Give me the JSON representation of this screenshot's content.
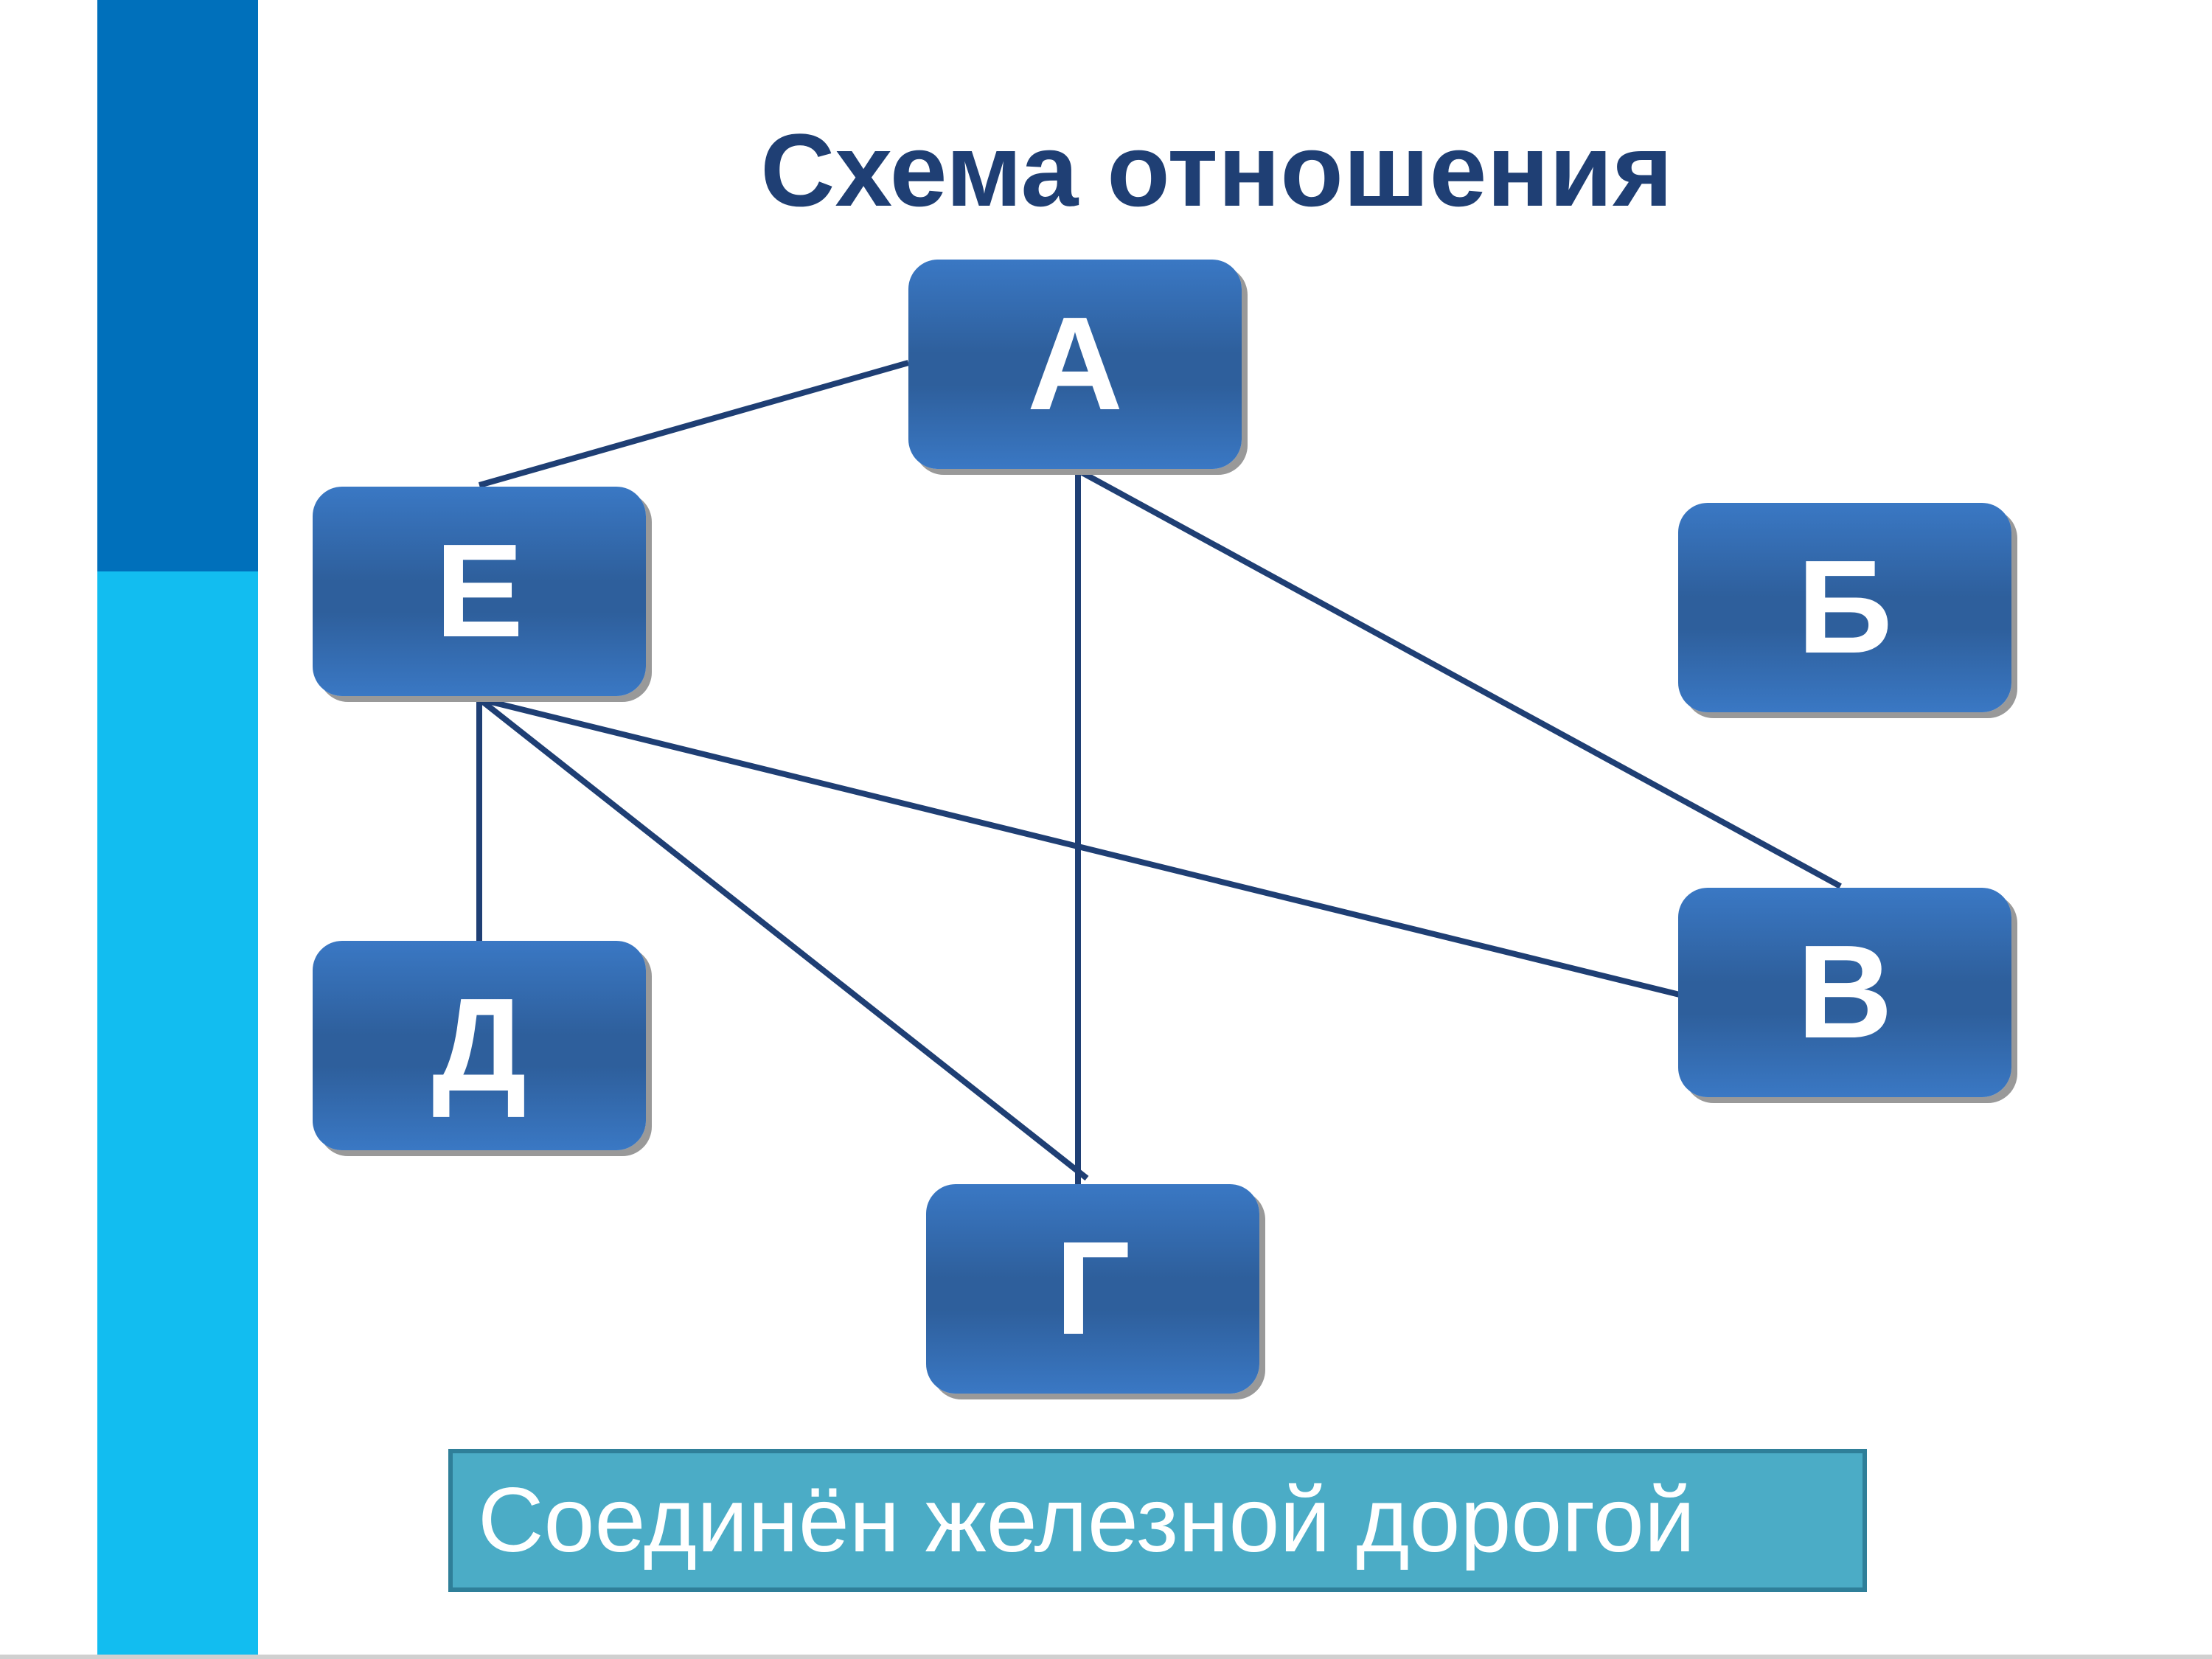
{
  "title": "Схема отношения",
  "nodes": {
    "a": "А",
    "b": "Б",
    "v": "В",
    "g": "Г",
    "d": "Д",
    "e": "Е"
  },
  "edges": [
    [
      "А",
      "Е"
    ],
    [
      "А",
      "Г"
    ],
    [
      "А",
      "В"
    ],
    [
      "Е",
      "Д"
    ],
    [
      "Е",
      "Г"
    ],
    [
      "Е",
      "В"
    ]
  ],
  "caption": "Соединён железной дорогой",
  "colors": {
    "title": "#1f3f74",
    "node_fill": "#2e5f9c",
    "edge": "#1f3f74",
    "caption_fill": "#4bacc6",
    "sidebar_dark": "#0070bb",
    "sidebar_light": "#12bdf0"
  }
}
